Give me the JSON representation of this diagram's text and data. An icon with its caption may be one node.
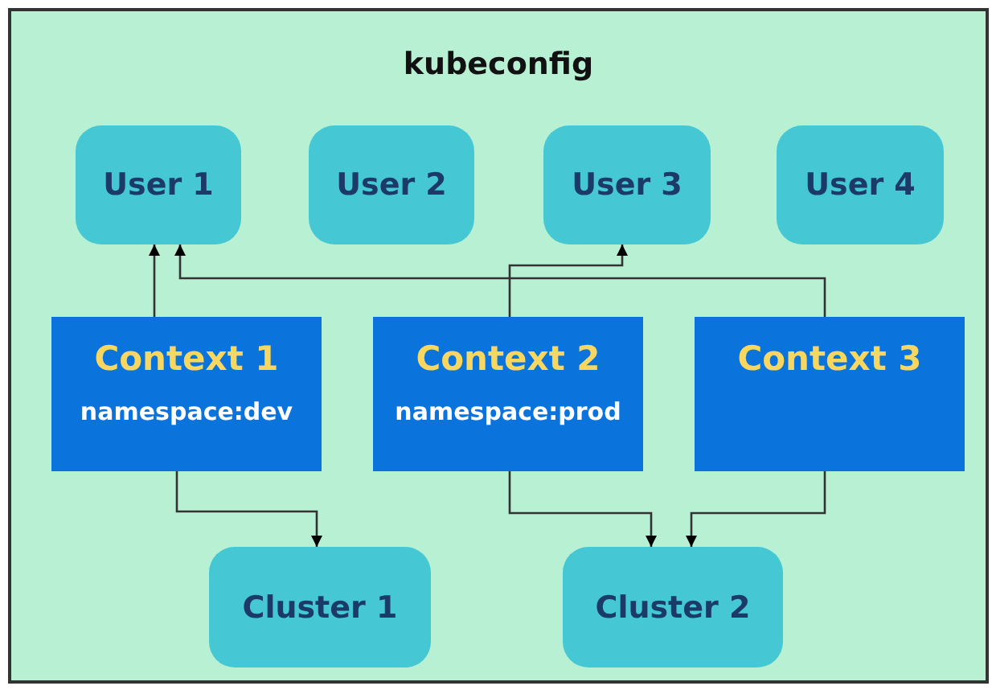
{
  "diagram": {
    "nodes": [
      {
        "text": [
          "kubeconfig"
        ]
      },
      {
        "text": [
          "User 1"
        ],
        "in": 0
      },
      {
        "text": [
          "User 2"
        ],
        "in": 0
      },
      {
        "text": [
          "User 3"
        ],
        "in": 0
      },
      {
        "text": [
          "User 4"
        ],
        "in": 0
      },
      {
        "text": [
          "Context 1",
          "namespace:dev"
        ],
        "in": 0
      },
      {
        "text": [
          "Context 2",
          "namespace:prod"
        ],
        "in": 0
      },
      {
        "text": [
          "Context 3"
        ],
        "in": 0
      },
      {
        "text": [
          "Cluster 1"
        ],
        "in": 0
      },
      {
        "text": [
          "Cluster 2"
        ],
        "in": 0
      }
    ],
    "edges": [
      {
        "from": 5,
        "to": 1,
        "arrow": "to"
      },
      {
        "from": 7,
        "to": 1,
        "arrow": "to"
      },
      {
        "from": 6,
        "to": 3,
        "arrow": "to"
      },
      {
        "from": 5,
        "to": 8,
        "arrow": "to"
      },
      {
        "from": 6,
        "to": 9,
        "arrow": "to"
      },
      {
        "from": 7,
        "to": 9,
        "arrow": "to"
      }
    ]
  }
}
